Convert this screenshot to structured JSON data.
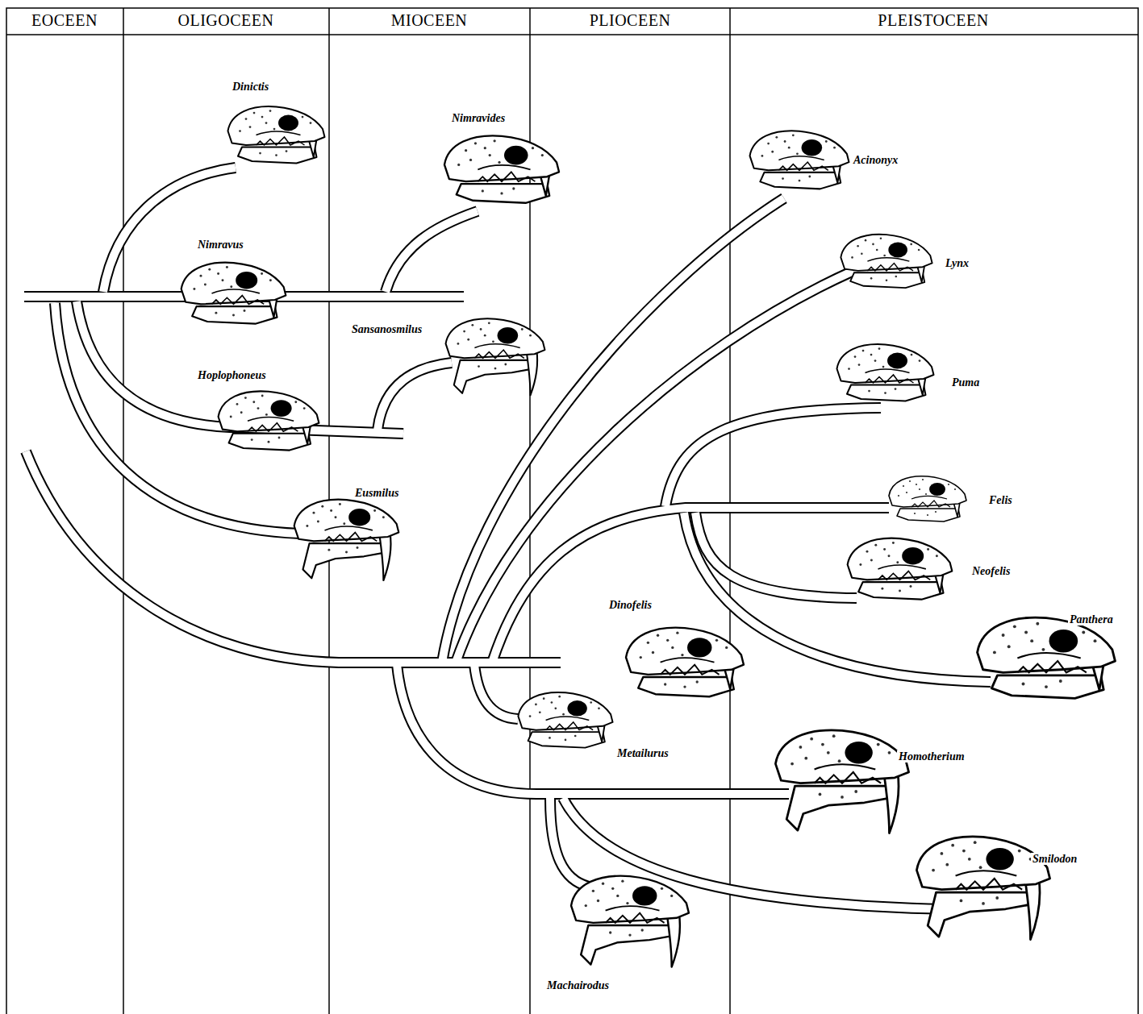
{
  "diagram": {
    "labels": [
      "EOCEEN",
      "OLIGOCEEN",
      "MIOCEEN",
      "PLIOCEEN",
      "PLEISTOCEEN",
      "Dinictis",
      "Nimravus",
      "Hoplophoneus",
      "Eusmilus",
      "Nimravides",
      "Sansanosmilus",
      "Acinonyx",
      "Lynx",
      "Puma",
      "Felis",
      "Neofelis",
      "Panthera",
      "Dinofelis",
      "Metailurus",
      "Homotherium",
      "Smilodon",
      "Machairodus"
    ]
  }
}
